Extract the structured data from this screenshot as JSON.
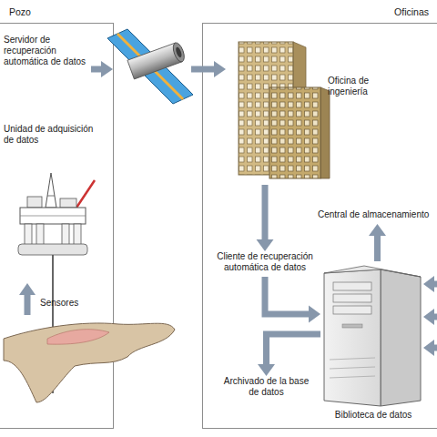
{
  "diagram": {
    "nodes": [
      {
        "text": [
          "Pozo"
        ]
      },
      {
        "text": [
          "Servidor de recuperación automática de datos"
        ],
        "in": 0
      },
      {
        "text": [
          "Unidad de adquisición de datos"
        ],
        "in": 0
      },
      {
        "text": [
          "Oficinas"
        ]
      },
      {
        "text": [
          "Oficina de ingeniería"
        ],
        "in": 3
      },
      {
        "text": [
          "Central de almacenamiento"
        ],
        "in": 3
      },
      {
        "text": [
          "Cliente de recuperación automática de datos"
        ],
        "in": 3
      },
      {
        "text": [
          "Archivado de la base de datos"
        ],
        "in": 3
      },
      {
        "text": [
          "Biblioteca de datos"
        ],
        "in": 3
      }
    ],
    "edges": [
      {
        "from": 4,
        "to": 6,
        "arrow": "to"
      },
      {
        "from": 6,
        "to": 8,
        "arrow": "to"
      },
      {
        "from": 8,
        "to": 5,
        "arrow": "to"
      },
      {
        "from": 8,
        "to": 7,
        "arrow": "to"
      }
    ],
    "labels": [
      "Sensores"
    ]
  }
}
